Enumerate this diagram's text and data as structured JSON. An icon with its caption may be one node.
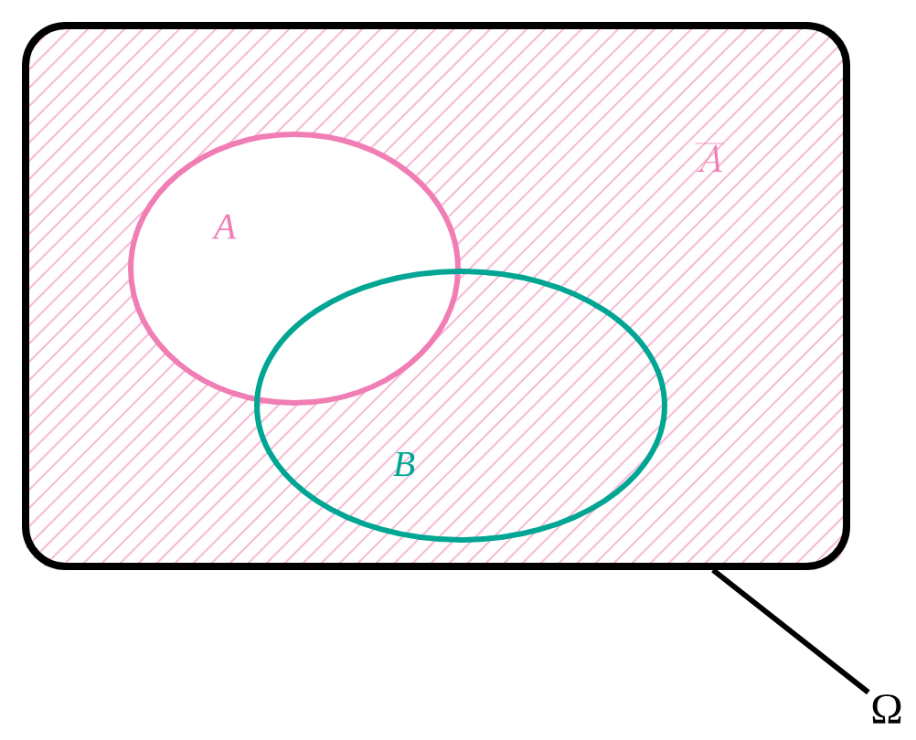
{
  "diagram": {
    "nodes": [
      {
        "text": [],
        "shape": "box"
      },
      {
        "text": [
          "A"
        ],
        "in": 0
      },
      {
        "text": [
          "B"
        ],
        "in": 0
      },
      {
        "text": [
          "Ω"
        ]
      }
    ],
    "edges": [
      {
        "from": 3,
        "to": 0,
        "arrow": "none"
      }
    ],
    "labels": [
      "\\overline{A}"
    ]
  }
}
